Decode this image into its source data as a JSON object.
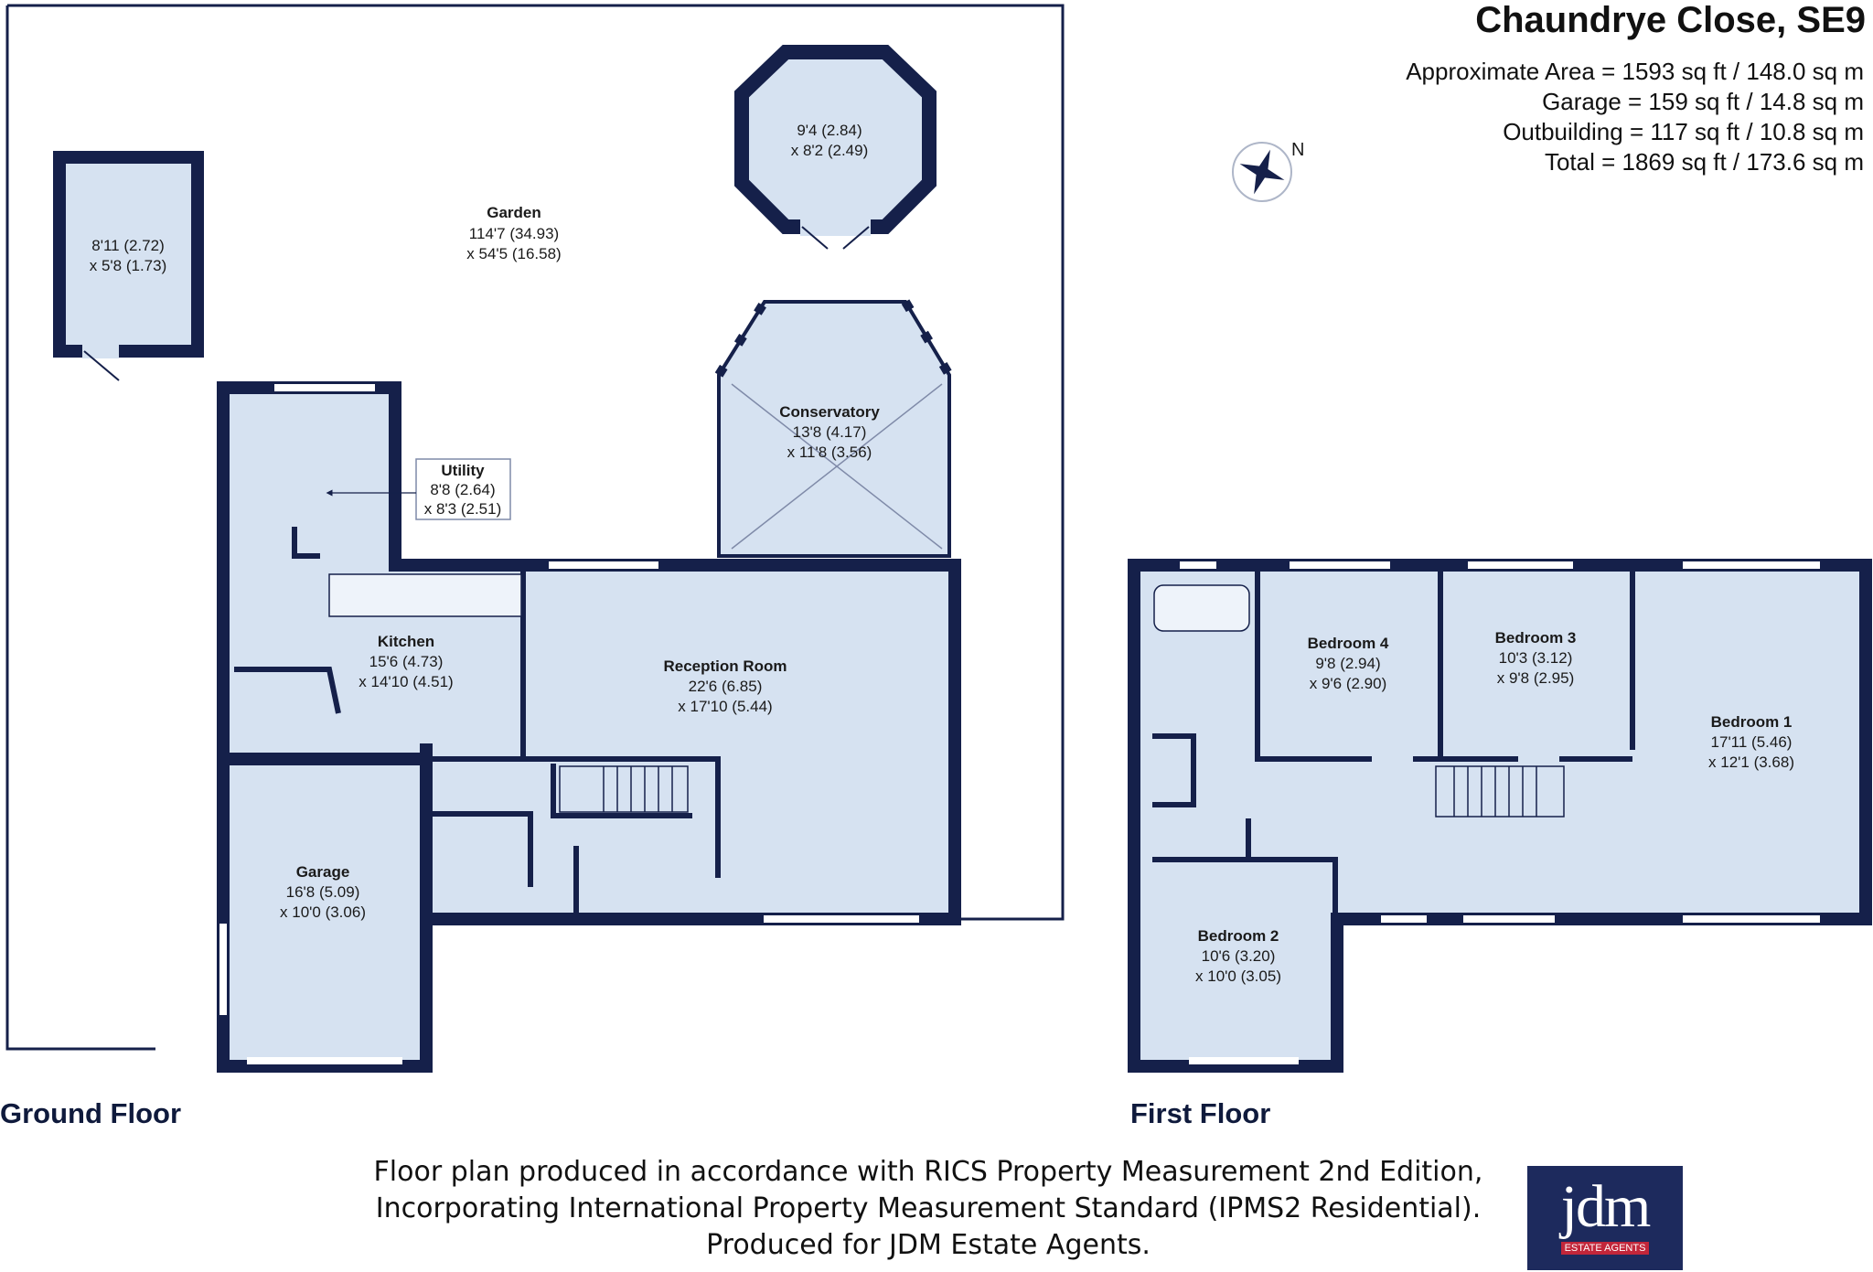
{
  "header": {
    "title": "Chaundrye Close, SE9",
    "areas": [
      "Approximate Area = 1593 sq ft / 148.0 sq m",
      "Garage = 159 sq ft / 14.8 sq m",
      "Outbuilding = 117 sq ft / 10.8 sq m",
      "Total = 1869 sq ft / 173.6 sq m"
    ],
    "compass_label": "N"
  },
  "floors": {
    "ground_label": "Ground Floor",
    "first_label": "First Floor"
  },
  "rooms": {
    "shed": {
      "dim1": "8'11 (2.72)",
      "dim2": "x 5'8 (1.73)"
    },
    "garden": {
      "name": "Garden",
      "dim1": "114'7 (34.93)",
      "dim2": "x 54'5 (16.58)"
    },
    "summerhouse": {
      "dim1": "9'4 (2.84)",
      "dim2": "x 8'2 (2.49)"
    },
    "utility": {
      "name": "Utility",
      "dim1": "8'8 (2.64)",
      "dim2": "x 8'3 (2.51)"
    },
    "conservatory": {
      "name": "Conservatory",
      "dim1": "13'8 (4.17)",
      "dim2": "x 11'8 (3.56)"
    },
    "kitchen": {
      "name": "Kitchen",
      "dim1": "15'6 (4.73)",
      "dim2": "x 14'10 (4.51)"
    },
    "reception": {
      "name": "Reception Room",
      "dim1": "22'6 (6.85)",
      "dim2": "x 17'10 (5.44)"
    },
    "garage": {
      "name": "Garage",
      "dim1": "16'8 (5.09)",
      "dim2": "x 10'0 (3.06)"
    },
    "bedroom4": {
      "name": "Bedroom 4",
      "dim1": "9'8 (2.94)",
      "dim2": "x 9'6 (2.90)"
    },
    "bedroom3": {
      "name": "Bedroom 3",
      "dim1": "10'3 (3.12)",
      "dim2": "x 9'8 (2.95)"
    },
    "bedroom1": {
      "name": "Bedroom 1",
      "dim1": "17'11 (5.46)",
      "dim2": "x 12'1 (3.68)"
    },
    "bedroom2": {
      "name": "Bedroom 2",
      "dim1": "10'6 (3.20)",
      "dim2": "x 10'0 (3.05)"
    }
  },
  "footer": {
    "lines": [
      "Floor plan produced in accordance with RICS Property Measurement 2nd Edition,",
      "Incorporating International Property Measurement Standard (IPMS2 Residential).",
      "Produced for JDM Estate Agents."
    ]
  },
  "logo": {
    "word": "jdm",
    "sub": "ESTATE AGENTS"
  },
  "colors": {
    "wall": "#15204a",
    "floor": "#d6e2f1",
    "line": "#15204a",
    "logo_bg": "#1d2a5d",
    "logo_accent": "#c2263a"
  }
}
